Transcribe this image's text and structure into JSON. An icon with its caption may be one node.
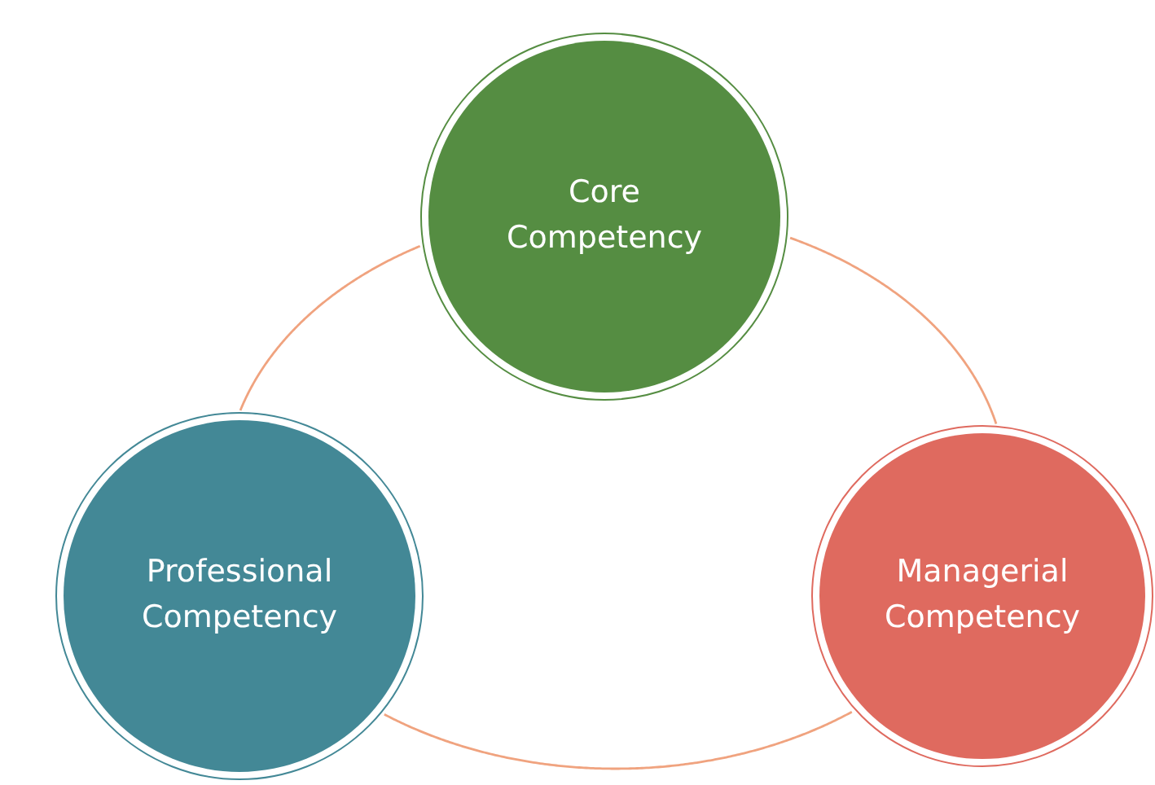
{
  "diagram": {
    "nodes": [
      {
        "text": [
          "Core Competency"
        ]
      },
      {
        "text": [
          "Professional Competency"
        ]
      },
      {
        "text": [
          "Managerial Competency"
        ]
      }
    ],
    "edges": [
      {
        "from": 0,
        "to": 1,
        "arrow": "none"
      },
      {
        "from": 0,
        "to": 2,
        "arrow": "none"
      },
      {
        "from": 1,
        "to": 2,
        "arrow": "none"
      }
    ]
  }
}
